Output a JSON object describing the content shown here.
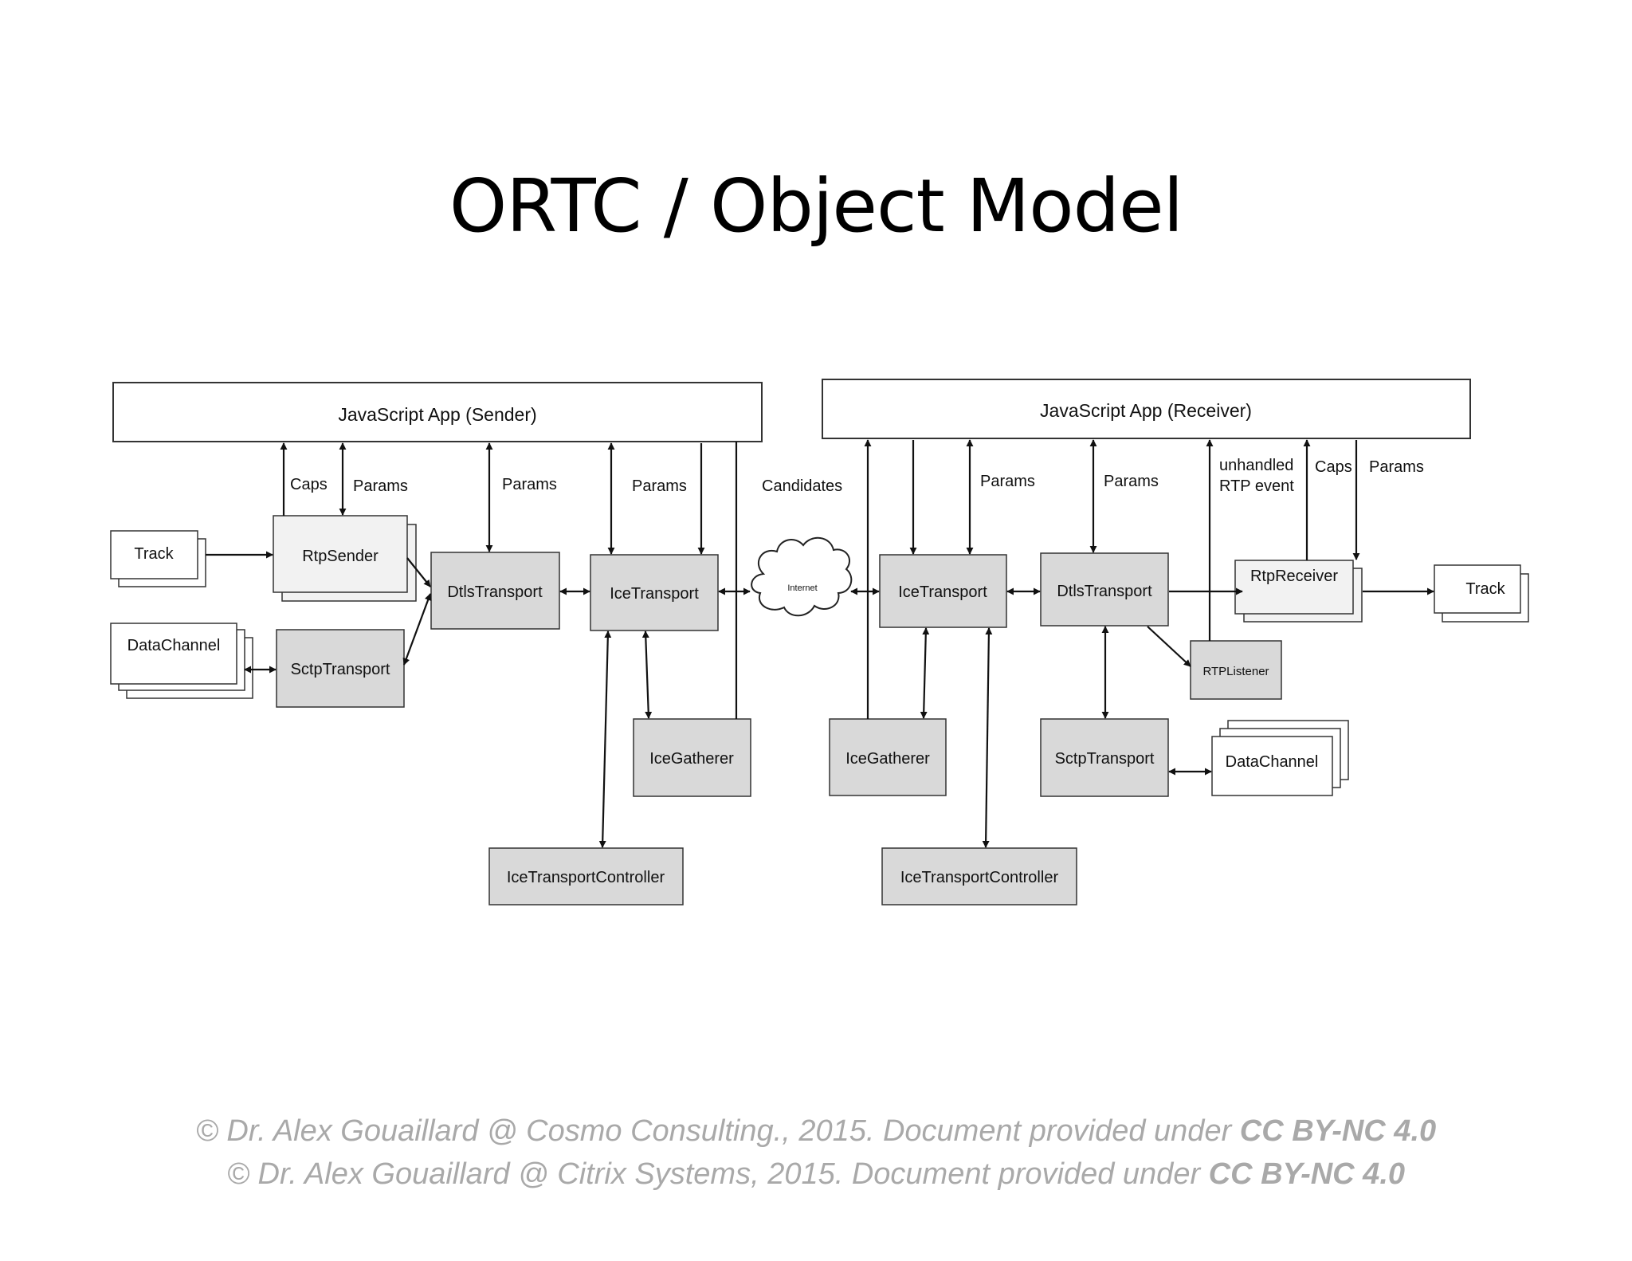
{
  "title": "ORTC / Object Model",
  "diagram": {
    "sender_app": "JavaScript App (Sender)",
    "receiver_app": "JavaScript App (Receiver)",
    "internet": "Internet",
    "nodes": {
      "track_s": "Track",
      "datachannel_s": "DataChannel",
      "rtpsender": "RtpSender",
      "sctp_s": "SctpTransport",
      "dtls_s": "DtlsTransport",
      "ice_s": "IceTransport",
      "gatherer_s": "IceGatherer",
      "controller_s": "IceTransportController",
      "ice_r": "IceTransport",
      "gatherer_r": "IceGatherer",
      "controller_r": "IceTransportController",
      "dtls_r": "DtlsTransport",
      "sctp_r": "SctpTransport",
      "rtpreceiver": "RtpReceiver",
      "rtplistener": "RTPListener",
      "datachannel_r": "DataChannel",
      "track_r": "Track"
    },
    "labels": {
      "caps_s": "Caps",
      "params_rtpsender": "Params",
      "params_dtls_s": "Params",
      "params_ice_s": "Params",
      "candidates": "Candidates",
      "params_ice_r": "Params",
      "params_dtls_r": "Params",
      "unhandled_1": "unhandled",
      "unhandled_2": "RTP event",
      "caps_r": "Caps",
      "params_rtpreceiver": "Params"
    }
  },
  "footer": [
    {
      "text": "© Dr. Alex Gouaillard @ Cosmo Consulting., 2015. Document provided under ",
      "license": "CC BY-NC 4.0"
    },
    {
      "text": "© Dr. Alex Gouaillard @ Citrix Systems, 2015. Document provided under ",
      "license": "CC BY-NC 4.0"
    }
  ]
}
